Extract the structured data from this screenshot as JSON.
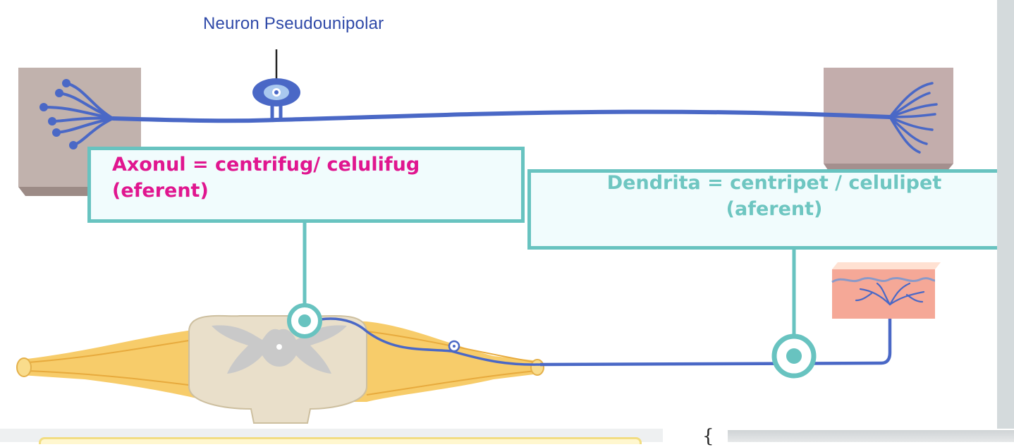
{
  "diagram": {
    "title": "Neuron Pseudounipolar",
    "axon_label": {
      "line1": "Axonul = centrifug/ celulifug",
      "line2": "(eferent)"
    },
    "dendrite_label": {
      "line1": "Dendrita = centripet / celulipet",
      "line2": "(aferent)"
    },
    "colors": {
      "nerve_fiber": "#4a68c6",
      "box_border": "#68c3c0",
      "box_fill": "#f1fcfd",
      "axon_text": "#e0168f",
      "dendrite_text": "#6ec6c1",
      "title_text": "#2f49a8",
      "muscle_block": "#c1b0ae",
      "nerve_bundle": "#f7cc6a",
      "spinal_cord": "#e8dfcb",
      "skin": "#f5a899"
    },
    "icons": [
      "neuron-cell-body-icon",
      "spinal-cord-icon",
      "skin-receptor-icon",
      "muscle-block-icon"
    ]
  }
}
